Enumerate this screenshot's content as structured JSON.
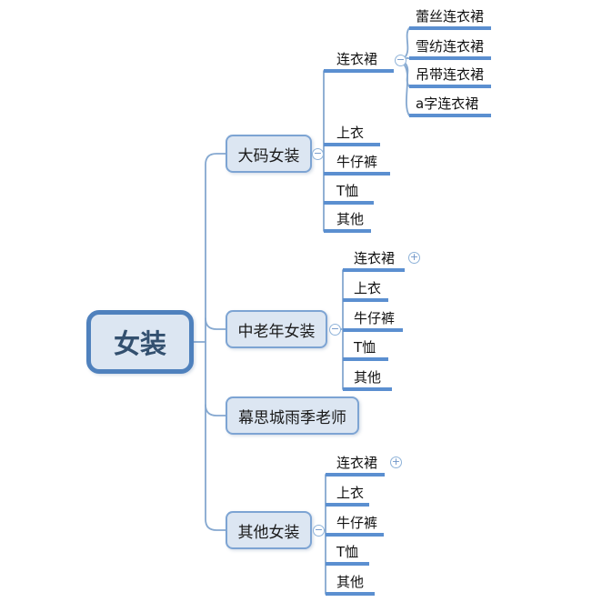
{
  "icons": {
    "collapse": "−",
    "expand": "+"
  },
  "colors": {
    "node_fill": "#dce6f2",
    "root_border": "#4f81bd",
    "branch_border": "#7da4d3",
    "connector_line": "#85a8d0",
    "topic_underline": "#5b8fd0",
    "root_text": "#33506f",
    "topic_text": "#111111"
  },
  "root": {
    "label": "女装"
  },
  "branches": [
    {
      "label": "大码女装",
      "toggle": "collapse",
      "children": [
        {
          "label": "连衣裙",
          "toggle": "collapse",
          "children": [
            {
              "label": "蕾丝连衣裙"
            },
            {
              "label": "雪纺连衣裙"
            },
            {
              "label": "吊带连衣裙"
            },
            {
              "label": "a字连衣裙"
            }
          ]
        },
        {
          "label": "上衣"
        },
        {
          "label": "牛仔裤"
        },
        {
          "label": "T恤"
        },
        {
          "label": "其他"
        }
      ]
    },
    {
      "label": "中老年女装",
      "toggle": "collapse",
      "children": [
        {
          "label": "连衣裙",
          "toggle": "expand"
        },
        {
          "label": "上衣"
        },
        {
          "label": "牛仔裤"
        },
        {
          "label": "T恤"
        },
        {
          "label": "其他"
        }
      ]
    },
    {
      "label": "幕思城雨季老师"
    },
    {
      "label": "其他女装",
      "toggle": "collapse",
      "children": [
        {
          "label": "连衣裙",
          "toggle": "expand"
        },
        {
          "label": "上衣"
        },
        {
          "label": "牛仔裤"
        },
        {
          "label": "T恤"
        },
        {
          "label": "其他"
        }
      ]
    }
  ]
}
